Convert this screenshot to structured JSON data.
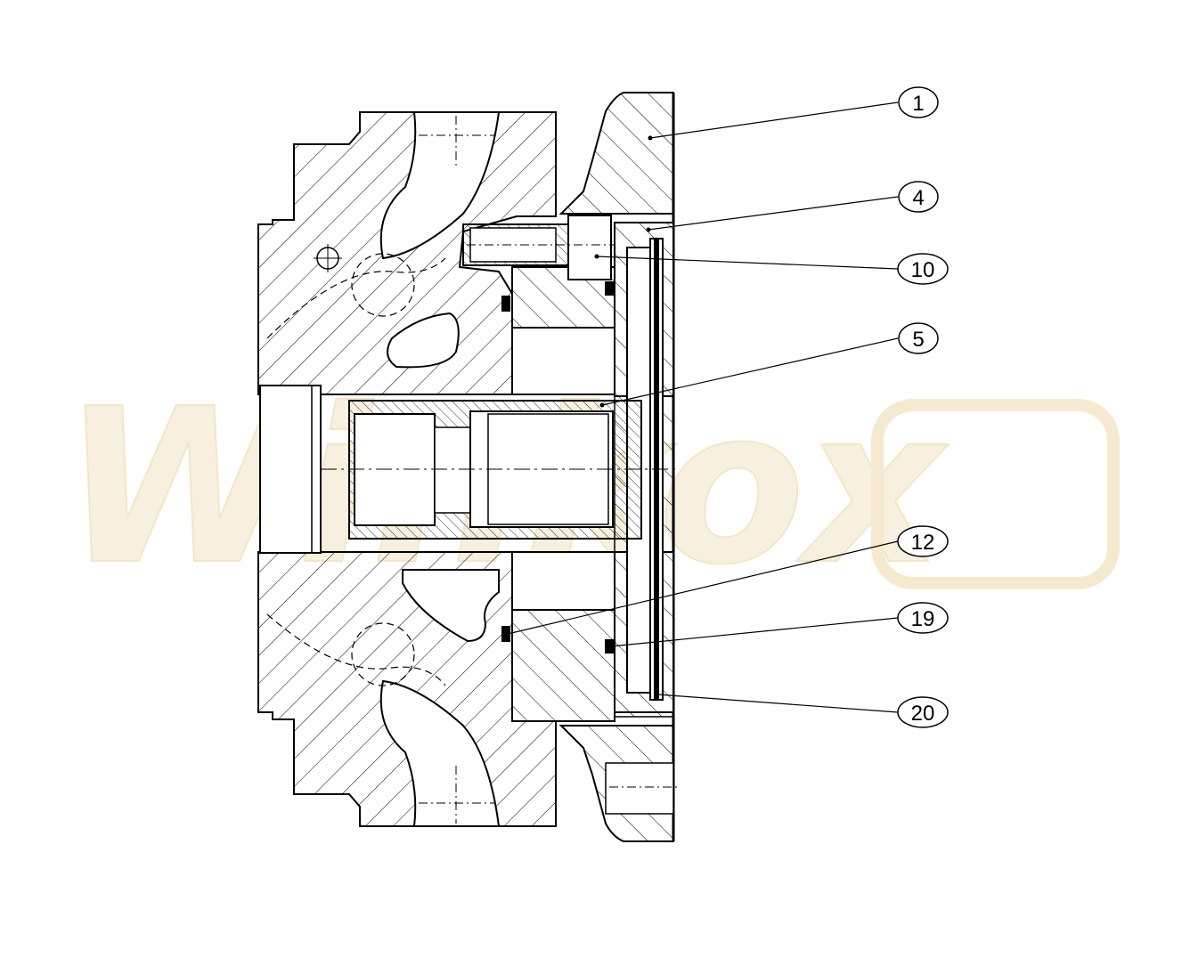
{
  "watermark": {
    "text": "Winkox",
    "color": "#f6ecd6"
  },
  "callouts": [
    {
      "id": "1",
      "label": "1"
    },
    {
      "id": "4",
      "label": "4"
    },
    {
      "id": "10",
      "label": "10"
    },
    {
      "id": "5",
      "label": "5"
    },
    {
      "id": "12",
      "label": "12"
    },
    {
      "id": "19",
      "label": "19"
    },
    {
      "id": "20",
      "label": "20"
    }
  ],
  "colors": {
    "line": "#000000",
    "hatch": "#000000",
    "background": "#ffffff"
  }
}
